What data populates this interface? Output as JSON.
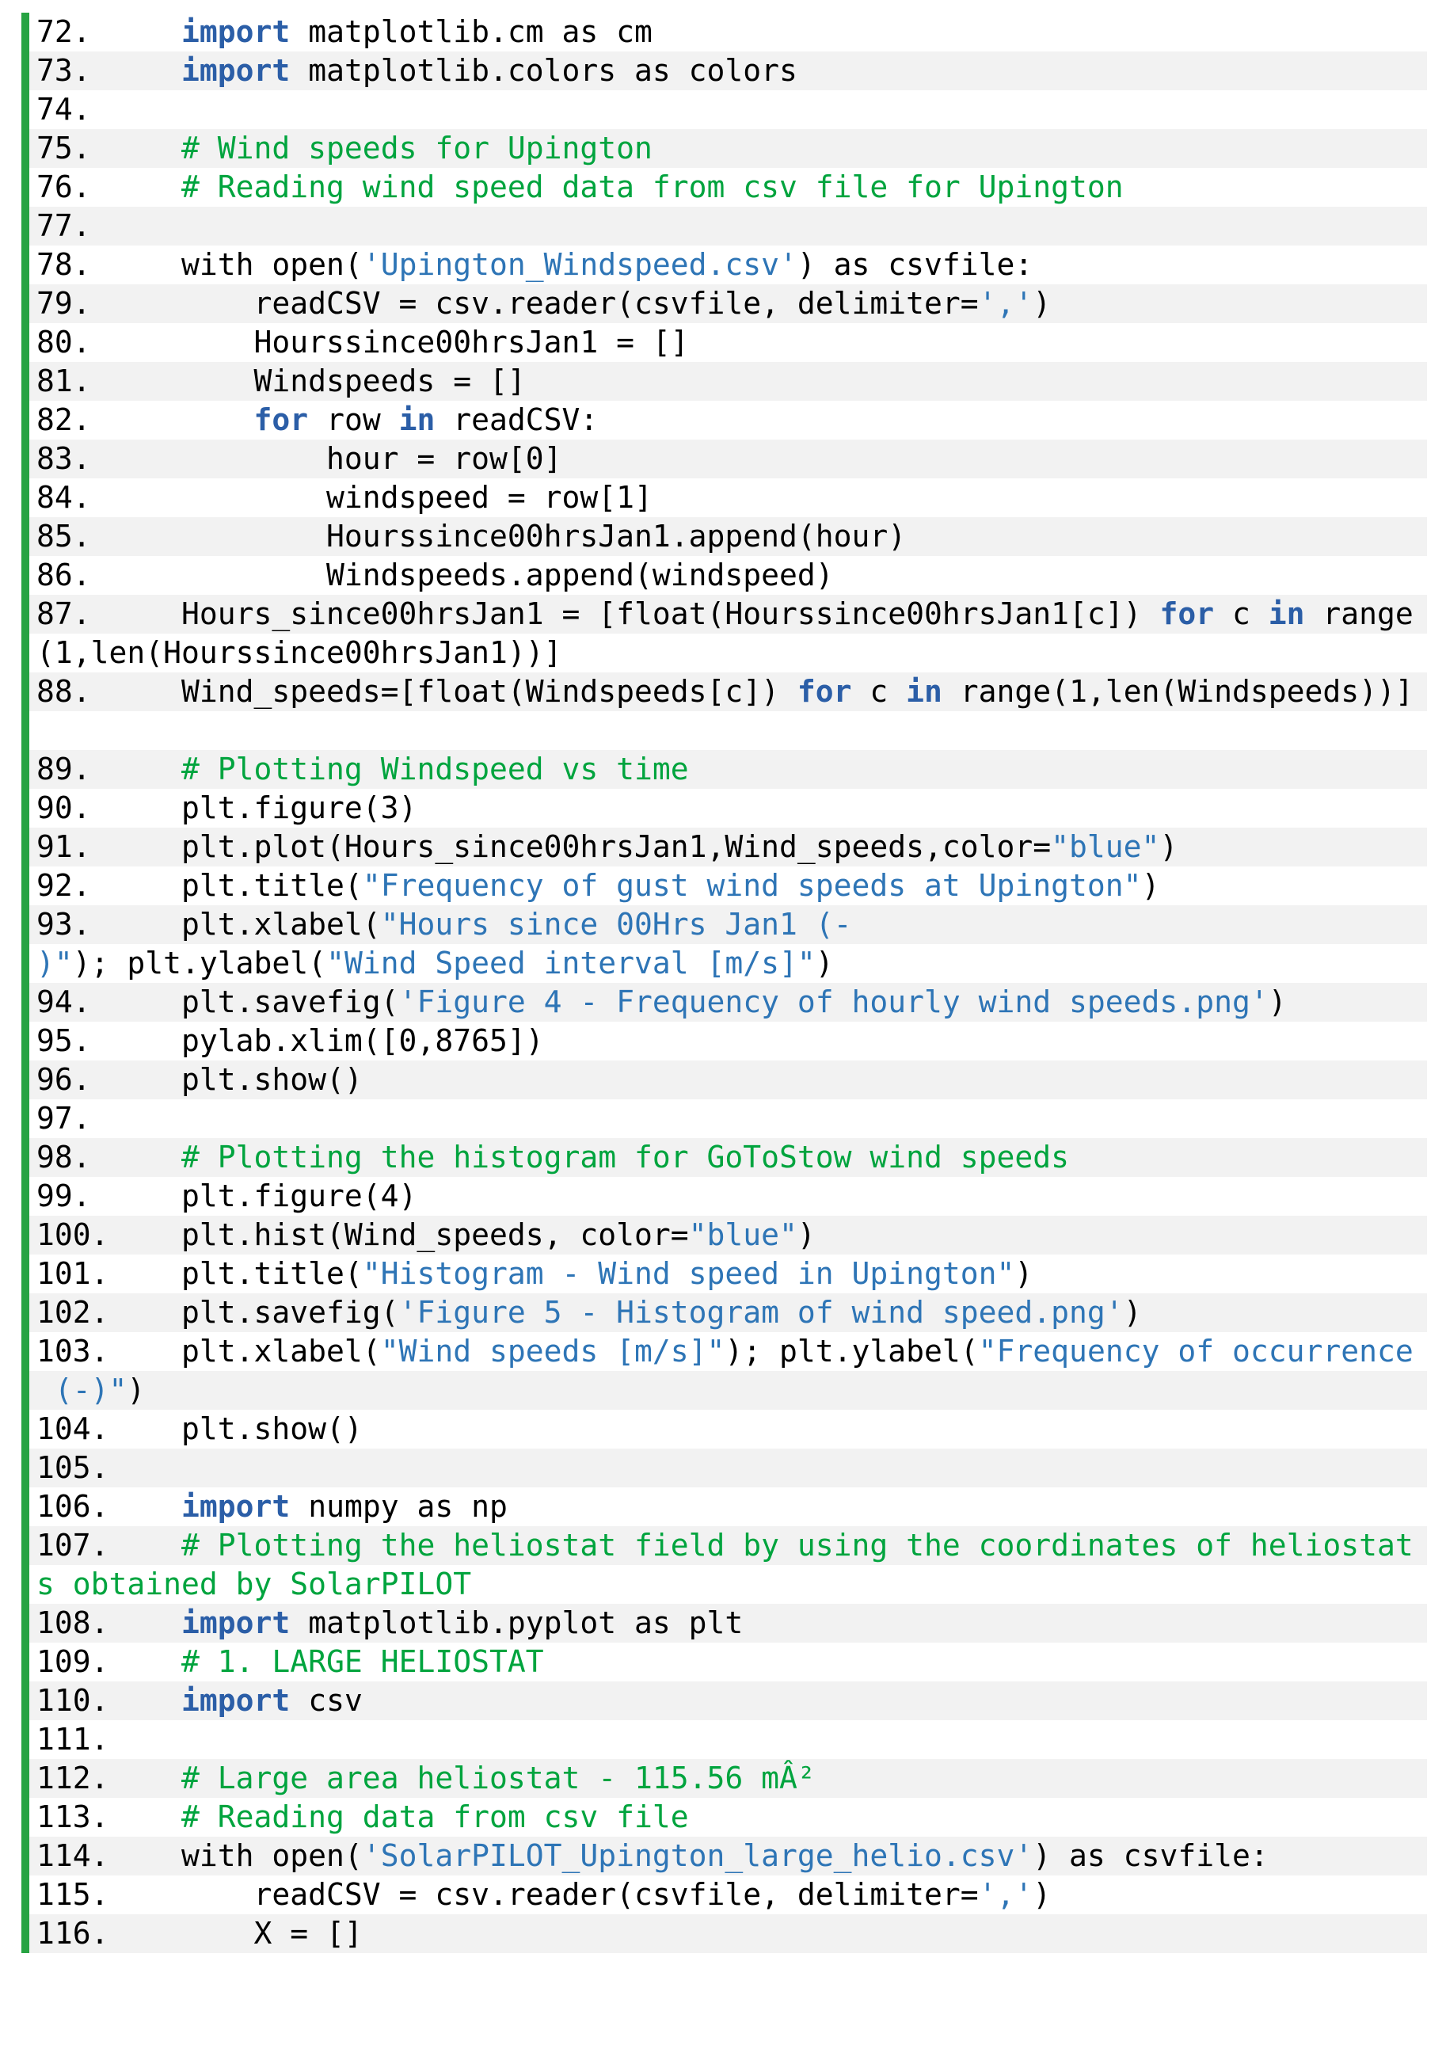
{
  "document": {
    "kind": "python-code-listing",
    "line_number_start": 72,
    "line_number_end": 116
  },
  "colors": {
    "bar": "#27a343",
    "stripe": "#f2f2f2",
    "plain": "#000000",
    "keyword": "#2b5ea7",
    "comment": "#00a43e",
    "string": "#2e75b6"
  },
  "code": {
    "rows": [
      {
        "alt": false,
        "parts": [
          [
            "p",
            "72.     "
          ],
          [
            "k",
            "import"
          ],
          [
            "p",
            " matplotlib.cm as cm"
          ]
        ]
      },
      {
        "alt": true,
        "parts": [
          [
            "p",
            "73.     "
          ],
          [
            "k",
            "import"
          ],
          [
            "p",
            " matplotlib.colors as colors"
          ]
        ]
      },
      {
        "alt": false,
        "parts": [
          [
            "p",
            "74."
          ]
        ]
      },
      {
        "alt": true,
        "parts": [
          [
            "p",
            "75.     "
          ],
          [
            "c",
            "# Wind speeds for Upington"
          ]
        ]
      },
      {
        "alt": false,
        "parts": [
          [
            "p",
            "76.     "
          ],
          [
            "c",
            "# Reading wind speed data from csv file for Upington"
          ]
        ]
      },
      {
        "alt": true,
        "parts": [
          [
            "p",
            "77."
          ]
        ]
      },
      {
        "alt": false,
        "parts": [
          [
            "p",
            "78.     with open("
          ],
          [
            "s",
            "'Upington_Windspeed.csv'"
          ],
          [
            "p",
            ") as csvfile:"
          ]
        ]
      },
      {
        "alt": true,
        "parts": [
          [
            "p",
            "79.         readCSV = csv.reader(csvfile, delimiter="
          ],
          [
            "s",
            "','"
          ],
          [
            "p",
            ")"
          ]
        ]
      },
      {
        "alt": false,
        "parts": [
          [
            "p",
            "80.         Hourssince00hrsJan1 = []"
          ]
        ]
      },
      {
        "alt": true,
        "parts": [
          [
            "p",
            "81.         Windspeeds = []"
          ]
        ]
      },
      {
        "alt": false,
        "parts": [
          [
            "p",
            "82.         "
          ],
          [
            "k",
            "for"
          ],
          [
            "p",
            " row "
          ],
          [
            "k",
            "in"
          ],
          [
            "p",
            " readCSV:"
          ]
        ]
      },
      {
        "alt": true,
        "parts": [
          [
            "p",
            "83.             hour = row[0]"
          ]
        ]
      },
      {
        "alt": false,
        "parts": [
          [
            "p",
            "84.             windspeed = row[1]"
          ]
        ]
      },
      {
        "alt": true,
        "parts": [
          [
            "p",
            "85.             Hourssince00hrsJan1.append(hour)"
          ]
        ]
      },
      {
        "alt": false,
        "parts": [
          [
            "p",
            "86.             Windspeeds.append(windspeed)"
          ]
        ]
      },
      {
        "alt": true,
        "parts": [
          [
            "p",
            "87.     Hours_since00hrsJan1 = [float(Hourssince00hrsJan1[c]) "
          ],
          [
            "k",
            "for"
          ],
          [
            "p",
            " c "
          ],
          [
            "k",
            "in"
          ],
          [
            "p",
            " range"
          ]
        ]
      },
      {
        "alt": false,
        "parts": [
          [
            "p",
            "(1,len(Hourssince00hrsJan1))]"
          ]
        ]
      },
      {
        "alt": true,
        "parts": [
          [
            "p",
            "88.     Wind_speeds=[float(Windspeeds[c]) "
          ],
          [
            "k",
            "for"
          ],
          [
            "p",
            " c "
          ],
          [
            "k",
            "in"
          ],
          [
            "p",
            " range(1,len(Windspeeds))]"
          ]
        ]
      },
      {
        "alt": false,
        "parts": []
      },
      {
        "alt": true,
        "parts": [
          [
            "p",
            "89.     "
          ],
          [
            "c",
            "# Plotting Windspeed vs time"
          ]
        ]
      },
      {
        "alt": false,
        "parts": [
          [
            "p",
            "90.     plt.figure(3)"
          ]
        ]
      },
      {
        "alt": true,
        "parts": [
          [
            "p",
            "91.     plt.plot(Hours_since00hrsJan1,Wind_speeds,color="
          ],
          [
            "s",
            "\"blue\""
          ],
          [
            "p",
            ")"
          ]
        ]
      },
      {
        "alt": false,
        "parts": [
          [
            "p",
            "92.     plt.title("
          ],
          [
            "s",
            "\"Frequency of gust wind speeds at Upington\""
          ],
          [
            "p",
            ")"
          ]
        ]
      },
      {
        "alt": true,
        "parts": [
          [
            "p",
            "93.     plt.xlabel("
          ],
          [
            "s",
            "\"Hours since 00Hrs Jan1 (-"
          ]
        ]
      },
      {
        "alt": false,
        "parts": [
          [
            "s",
            ")\""
          ],
          [
            "p",
            "); plt.ylabel("
          ],
          [
            "s",
            "\"Wind Speed interval [m/s]\""
          ],
          [
            "p",
            ")"
          ]
        ]
      },
      {
        "alt": true,
        "parts": [
          [
            "p",
            "94.     plt.savefig("
          ],
          [
            "s",
            "'Figure 4 - Frequency of hourly wind speeds.png'"
          ],
          [
            "p",
            ")"
          ]
        ]
      },
      {
        "alt": false,
        "parts": [
          [
            "p",
            "95.     pylab.xlim([0,8765])"
          ]
        ]
      },
      {
        "alt": true,
        "parts": [
          [
            "p",
            "96.     plt.show()"
          ]
        ]
      },
      {
        "alt": false,
        "parts": [
          [
            "p",
            "97."
          ]
        ]
      },
      {
        "alt": true,
        "parts": [
          [
            "p",
            "98.     "
          ],
          [
            "c",
            "# Plotting the histogram for GoToStow wind speeds"
          ]
        ]
      },
      {
        "alt": false,
        "parts": [
          [
            "p",
            "99.     plt.figure(4)"
          ]
        ]
      },
      {
        "alt": true,
        "parts": [
          [
            "p",
            "100.    plt.hist(Wind_speeds, color="
          ],
          [
            "s",
            "\"blue\""
          ],
          [
            "p",
            ")"
          ]
        ]
      },
      {
        "alt": false,
        "parts": [
          [
            "p",
            "101.    plt.title("
          ],
          [
            "s",
            "\"Histogram - Wind speed in Upington\""
          ],
          [
            "p",
            ")"
          ]
        ]
      },
      {
        "alt": true,
        "parts": [
          [
            "p",
            "102.    plt.savefig("
          ],
          [
            "s",
            "'Figure 5 - Histogram of wind speed.png'"
          ],
          [
            "p",
            ")"
          ]
        ]
      },
      {
        "alt": false,
        "parts": [
          [
            "p",
            "103.    plt.xlabel("
          ],
          [
            "s",
            "\"Wind speeds [m/s]\""
          ],
          [
            "p",
            "); plt.ylabel("
          ],
          [
            "s",
            "\"Frequency of occurrence"
          ]
        ]
      },
      {
        "alt": true,
        "parts": [
          [
            "s",
            " (-)\""
          ],
          [
            "p",
            ")"
          ]
        ]
      },
      {
        "alt": false,
        "parts": [
          [
            "p",
            "104.    plt.show()"
          ]
        ]
      },
      {
        "alt": true,
        "parts": [
          [
            "p",
            "105."
          ]
        ]
      },
      {
        "alt": false,
        "parts": [
          [
            "p",
            "106.    "
          ],
          [
            "k",
            "import"
          ],
          [
            "p",
            " numpy as np"
          ]
        ]
      },
      {
        "alt": true,
        "parts": [
          [
            "p",
            "107.    "
          ],
          [
            "c",
            "# Plotting the heliostat field by using the coordinates of heliostat"
          ]
        ]
      },
      {
        "alt": false,
        "parts": [
          [
            "c",
            "s obtained by SolarPILOT"
          ]
        ]
      },
      {
        "alt": true,
        "parts": [
          [
            "p",
            "108.    "
          ],
          [
            "k",
            "import"
          ],
          [
            "p",
            " matplotlib.pyplot as plt"
          ]
        ]
      },
      {
        "alt": false,
        "parts": [
          [
            "p",
            "109.    "
          ],
          [
            "c",
            "# 1. LARGE HELIOSTAT"
          ]
        ]
      },
      {
        "alt": true,
        "parts": [
          [
            "p",
            "110.    "
          ],
          [
            "k",
            "import"
          ],
          [
            "p",
            " csv"
          ]
        ]
      },
      {
        "alt": false,
        "parts": [
          [
            "p",
            "111."
          ]
        ]
      },
      {
        "alt": true,
        "parts": [
          [
            "p",
            "112.    "
          ],
          [
            "c",
            "# Large area heliostat - 115.56 mÂ²"
          ]
        ]
      },
      {
        "alt": false,
        "parts": [
          [
            "p",
            "113.    "
          ],
          [
            "c",
            "# Reading data from csv file"
          ]
        ]
      },
      {
        "alt": true,
        "parts": [
          [
            "p",
            "114.    with open("
          ],
          [
            "s",
            "'SolarPILOT_Upington_large_helio.csv'"
          ],
          [
            "p",
            ") as csvfile:"
          ]
        ]
      },
      {
        "alt": false,
        "parts": [
          [
            "p",
            "115.        readCSV = csv.reader(csvfile, delimiter="
          ],
          [
            "s",
            "','"
          ],
          [
            "p",
            ")"
          ]
        ]
      },
      {
        "alt": true,
        "parts": [
          [
            "p",
            "116.        X = []"
          ]
        ]
      }
    ]
  }
}
